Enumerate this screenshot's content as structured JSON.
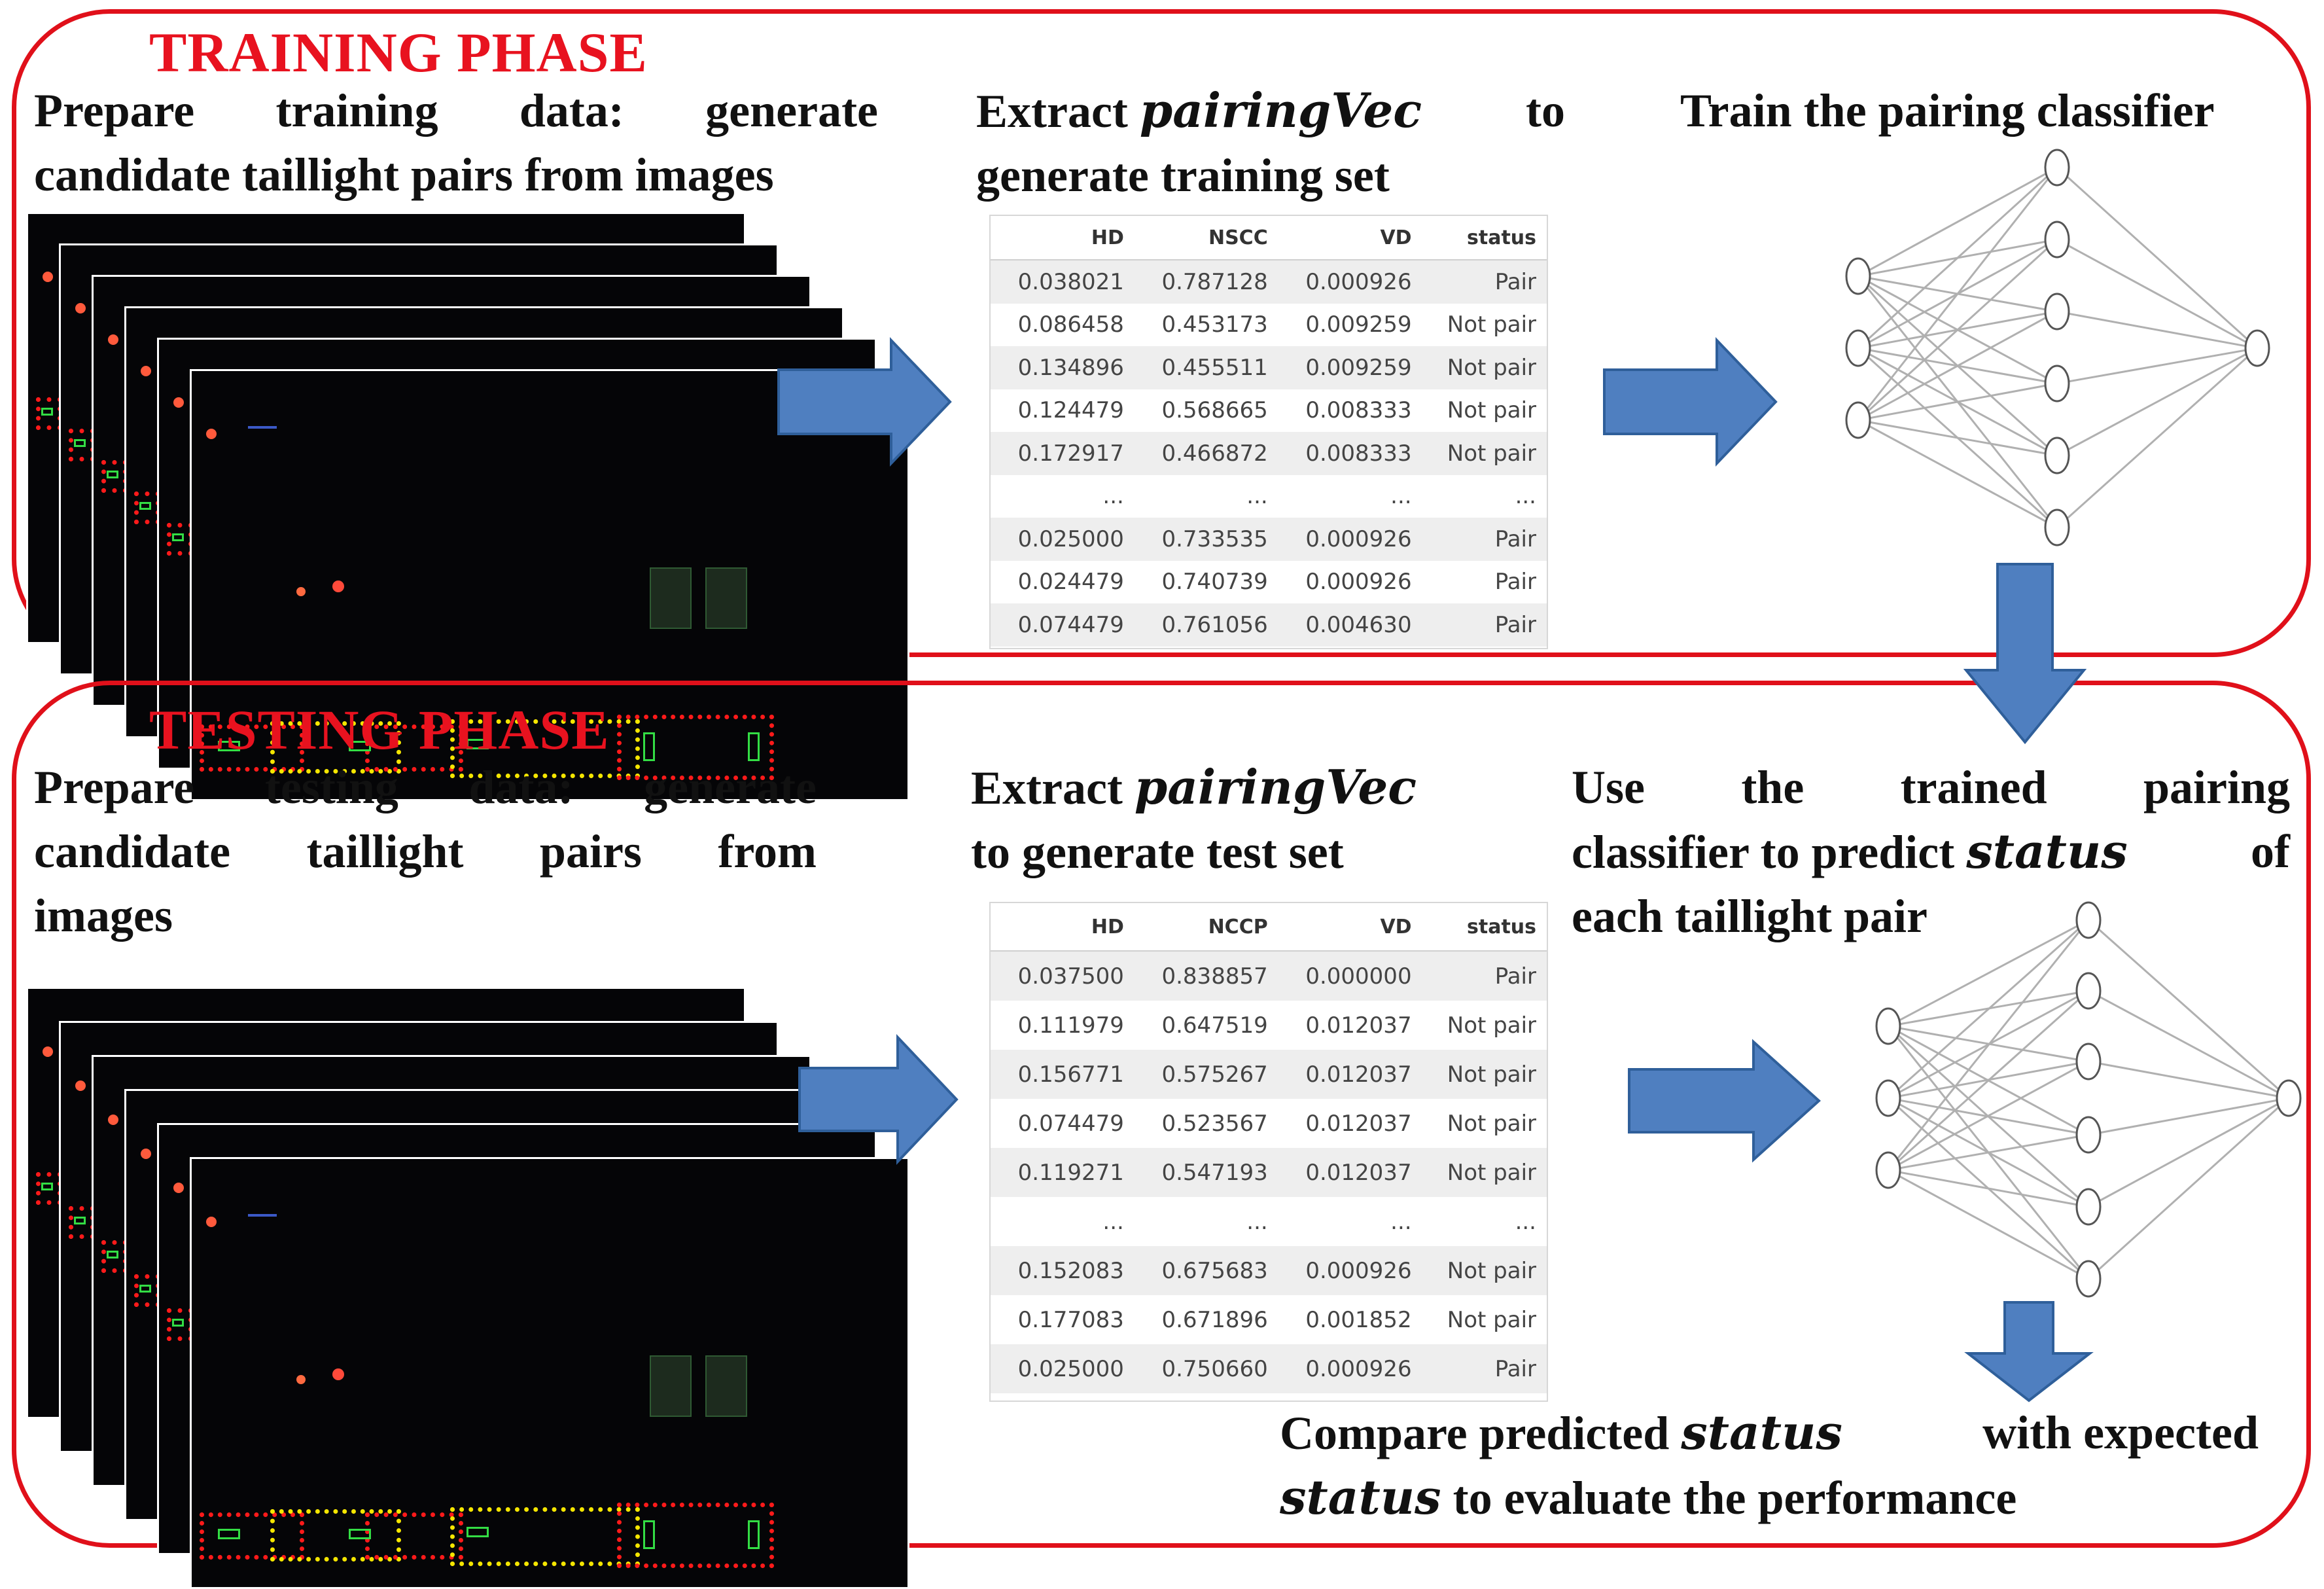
{
  "training": {
    "title": "TRAINING PHASE",
    "step1": {
      "line1": "Prepare training data: generate",
      "line2": "candidate taillight pairs from images"
    },
    "step2": {
      "line1_pre": "Extract ",
      "line1_var": "pairingVec",
      "line1_post": " to",
      "line2": "generate training set"
    },
    "step3": {
      "text": "Train the pairing classifier"
    },
    "table": {
      "headers": [
        "HD",
        "NSCC",
        "VD",
        "status"
      ],
      "rows": [
        [
          "0.038021",
          "0.787128",
          "0.000926",
          "Pair"
        ],
        [
          "0.086458",
          "0.453173",
          "0.009259",
          "Not pair"
        ],
        [
          "0.134896",
          "0.455511",
          "0.009259",
          "Not pair"
        ],
        [
          "0.124479",
          "0.568665",
          "0.008333",
          "Not pair"
        ],
        [
          "0.172917",
          "0.466872",
          "0.008333",
          "Not pair"
        ],
        [
          "...",
          "...",
          "...",
          "..."
        ],
        [
          "0.025000",
          "0.733535",
          "0.000926",
          "Pair"
        ],
        [
          "0.024479",
          "0.740739",
          "0.000926",
          "Pair"
        ],
        [
          "0.074479",
          "0.761056",
          "0.004630",
          "Pair"
        ]
      ]
    }
  },
  "testing": {
    "title": "TESTING PHASE",
    "step1": {
      "line1": "Prepare testing data: generate",
      "line2": "candidate taillight pairs from",
      "line3": "images"
    },
    "step2": {
      "line1_pre": "Extract ",
      "line1_var": "pairingVec",
      "line2": "to generate test set"
    },
    "step3": {
      "line1": "Use the trained pairing",
      "line2_pre": "classifier to predict ",
      "line2_var": "status",
      "line2_post": " of",
      "line3": "each taillight pair"
    },
    "step4": {
      "line1_pre": "Compare predicted ",
      "line1_var": "status",
      "line1_post": " with expected",
      "line2_var": "status",
      "line2_post": " to evaluate the performance"
    },
    "table": {
      "headers": [
        "HD",
        "NCCP",
        "VD",
        "status"
      ],
      "rows": [
        [
          "0.037500",
          "0.838857",
          "0.000000",
          "Pair"
        ],
        [
          "0.111979",
          "0.647519",
          "0.012037",
          "Not pair"
        ],
        [
          "0.156771",
          "0.575267",
          "0.012037",
          "Not pair"
        ],
        [
          "0.074479",
          "0.523567",
          "0.012037",
          "Not pair"
        ],
        [
          "0.119271",
          "0.547193",
          "0.012037",
          "Not pair"
        ],
        [
          "...",
          "...",
          "...",
          "..."
        ],
        [
          "0.152083",
          "0.675683",
          "0.000926",
          "Not pair"
        ],
        [
          "0.177083",
          "0.671896",
          "0.001852",
          "Not pair"
        ],
        [
          "0.025000",
          "0.750660",
          "0.000926",
          "Pair"
        ]
      ]
    }
  },
  "colors": {
    "phase_border": "#e0101a",
    "phase_title": "#e8121f",
    "arrow_fill": "#4f7fc0",
    "arrow_stroke": "#2f5f9a",
    "network_stroke": "#b0b0b0"
  }
}
